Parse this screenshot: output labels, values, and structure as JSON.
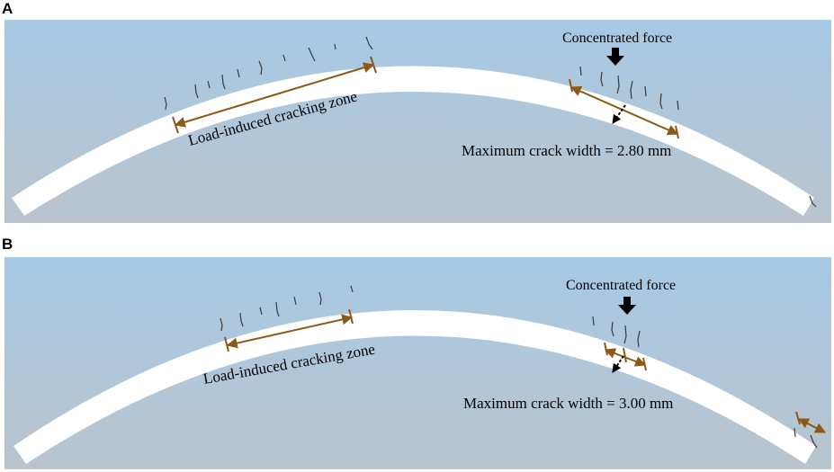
{
  "panels": [
    {
      "letter": "A",
      "concentrated_force_label": "Concentrated force",
      "zone_label": "Load-induced cracking zone",
      "max_crack_label": "Maximum crack width = 2.80 mm"
    },
    {
      "letter": "B",
      "concentrated_force_label": "Concentrated force",
      "zone_label": "Load-induced cracking zone",
      "max_crack_label": "Maximum crack width = 3.00 mm"
    }
  ],
  "colors": {
    "sky_top": "#a9cbe6",
    "sky_bottom": "#b8c3cd",
    "arch": "#ffffff",
    "dimension_arrow": "#8b5a16",
    "crack": "#3a3a3a",
    "force_arrow": "#000000"
  }
}
